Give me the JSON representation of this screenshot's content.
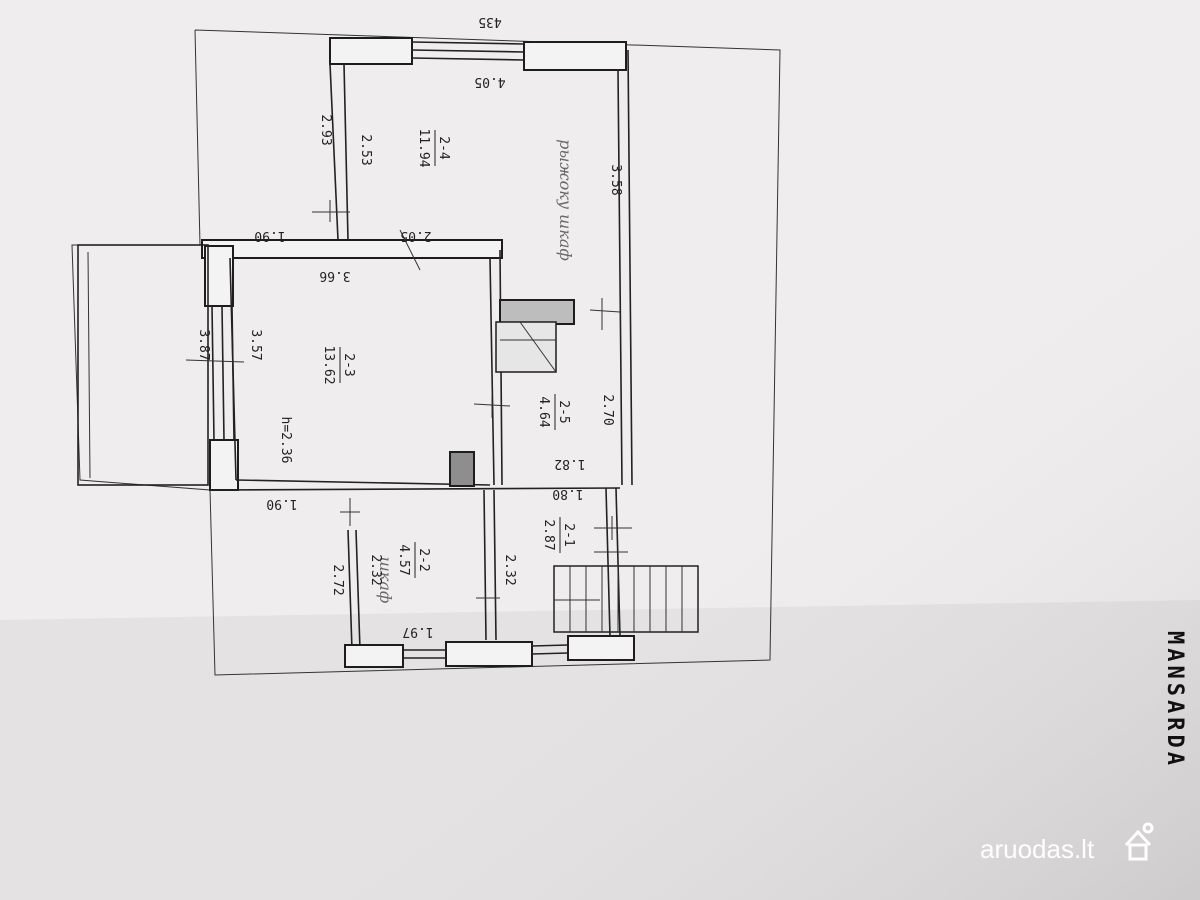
{
  "plan": {
    "title": "MANSARDA",
    "overall_width": "435",
    "rooms": [
      {
        "id": "2-4",
        "area": "11.94",
        "note": "рыжоку шкаф"
      },
      {
        "id": "2-3",
        "area": "13.62"
      },
      {
        "id": "2-5",
        "area": "4.64"
      },
      {
        "id": "2-1",
        "area": "2.87"
      },
      {
        "id": "2-2",
        "area": "4.57",
        "note": "шкаф"
      }
    ],
    "dims": {
      "d405": "4.05",
      "d293": "2.93",
      "d253": "2.53",
      "d358": "3.58",
      "d190a": "1.90",
      "d205": "2.05",
      "d366": "3.66",
      "d387": "3.87",
      "d357": "3.57",
      "d236": "h=2.36",
      "d270": "2.70",
      "d182": "1.82",
      "d180": "1.80",
      "d190b": "1.90",
      "d232a": "2.32",
      "d232b": "2.32",
      "d272": "2.72",
      "d197": "1.97"
    }
  },
  "watermark": {
    "text": "aruodas.lt"
  },
  "colors": {
    "paper": "#f4f3f3",
    "ink": "#1d1d1d",
    "background": "#d9d6d6"
  }
}
